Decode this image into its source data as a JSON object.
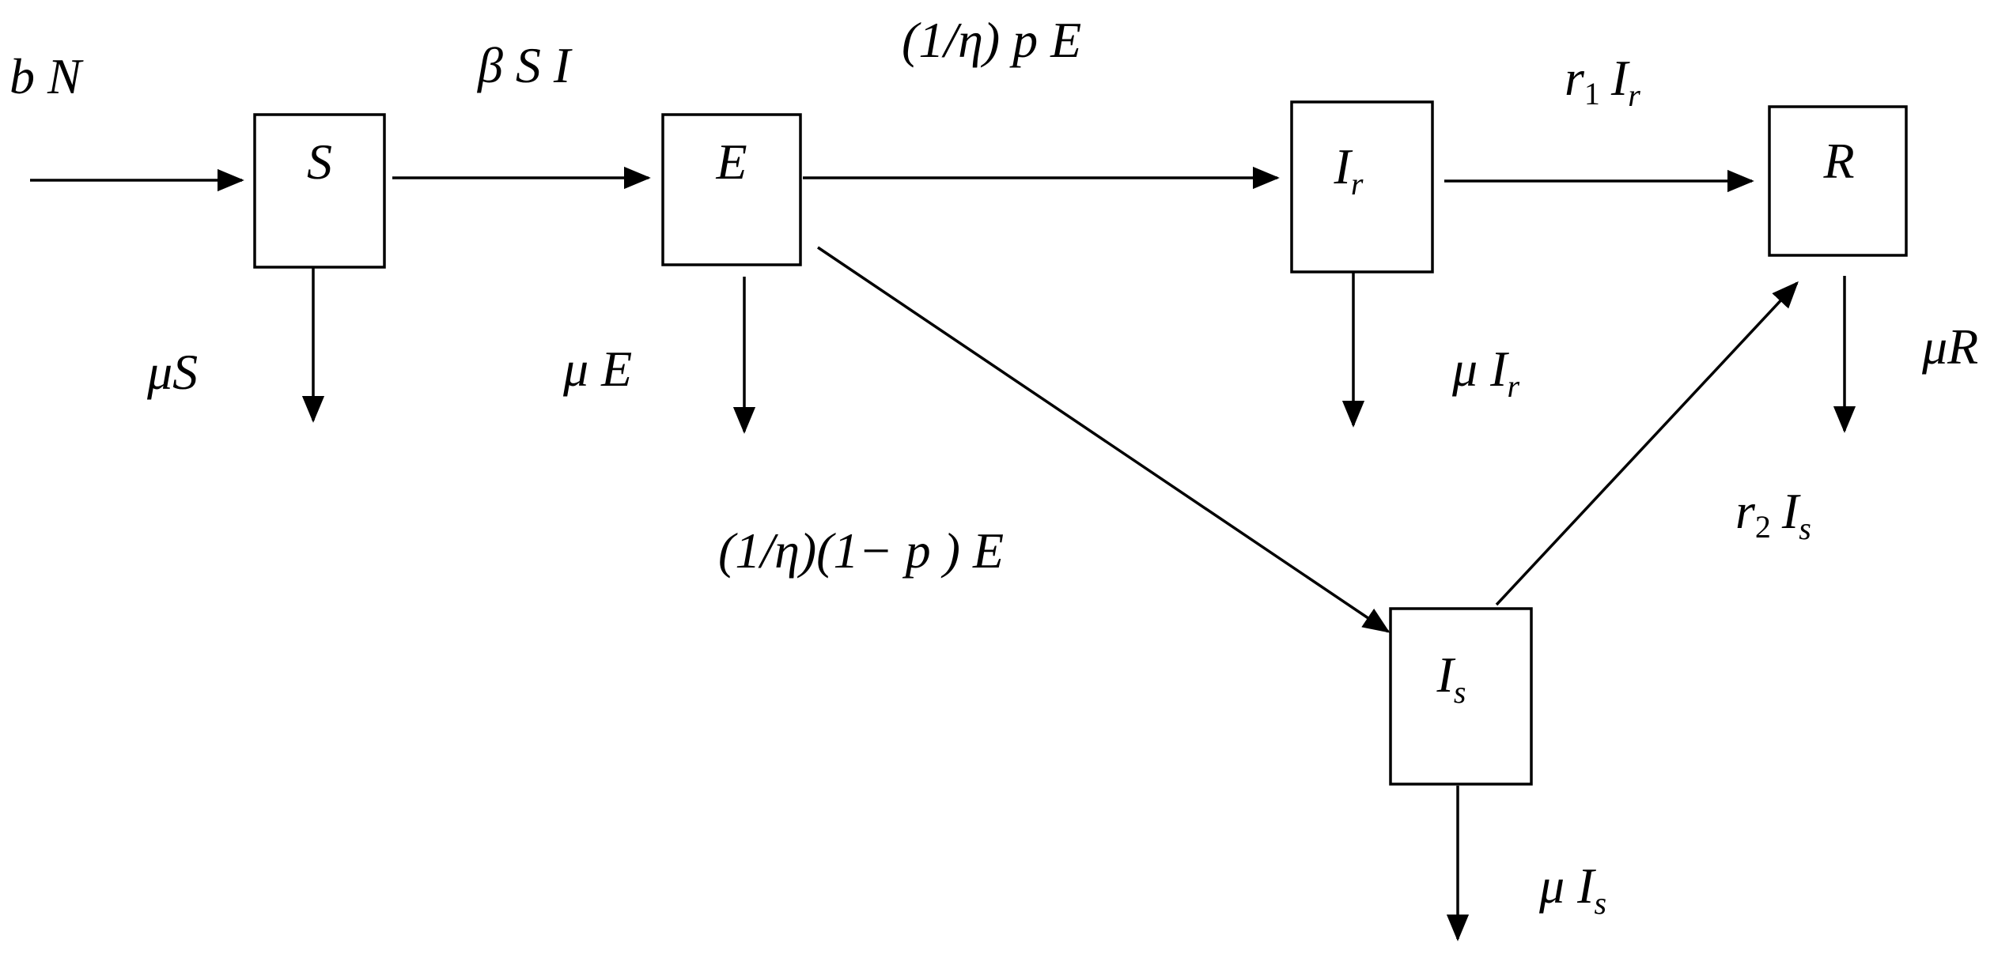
{
  "diagram": {
    "nodes": {
      "S": "S",
      "E": "E",
      "Ir_base": "I",
      "Ir_sub": "r",
      "R": "R",
      "Is_base": "I",
      "Is_sub": "s"
    },
    "edges": {
      "inflow": "b N",
      "infection": "β S I",
      "e_to_ir_rate": "(1/η) p E",
      "e_to_is_rate": "(1/η)(1− p ) E",
      "ir_recovery_coef": "r",
      "ir_recovery_coef_sub": "1",
      "ir_recovery_base": "I",
      "ir_recovery_sub": "r",
      "is_recovery_coef": "r",
      "is_recovery_coef_sub": "2",
      "is_recovery_base": "I",
      "is_recovery_sub": "s",
      "death_s": "μS",
      "death_e": "μ E",
      "death_ir_base": "μ I",
      "death_ir_sub": "r",
      "death_r": "μR",
      "death_is_base": "μ I",
      "death_is_sub": "s"
    }
  }
}
